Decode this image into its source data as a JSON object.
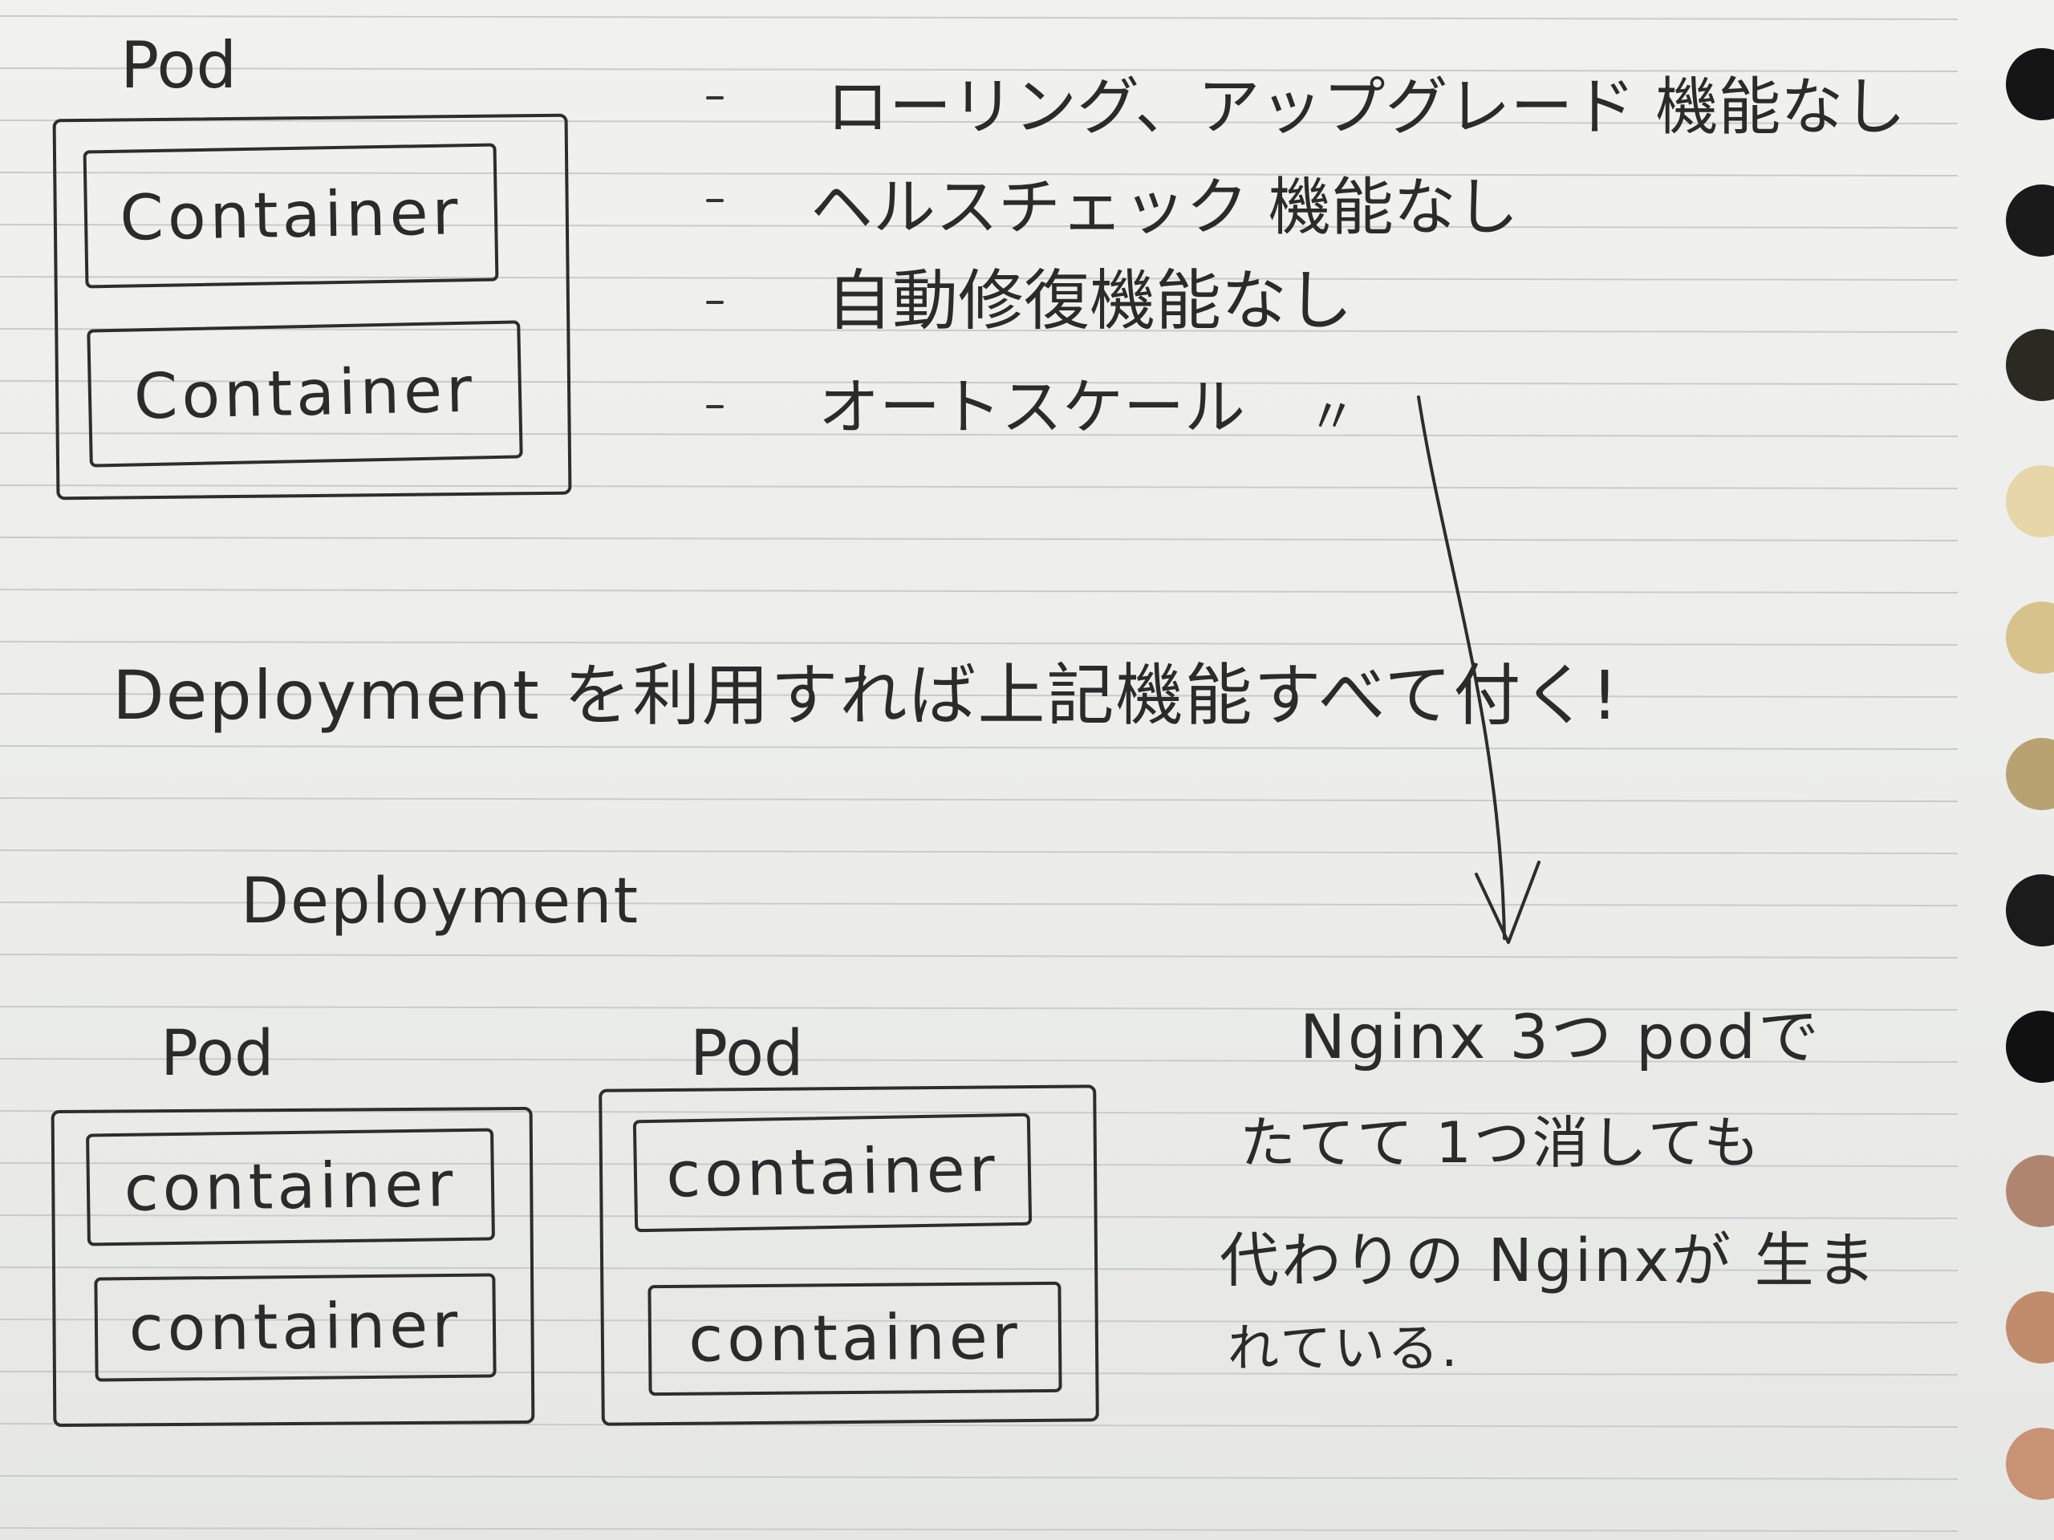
{
  "top": {
    "pod_label": "Pod",
    "containers": [
      "Container",
      "Container"
    ]
  },
  "bullets": [
    "ローリング、アップグレード 機能なし",
    "ヘルスチェック 機能なし",
    "自動修復機能なし",
    "オートスケール",
    "〃"
  ],
  "headline": "Deployment を利用すれば上記機能すべて付く!",
  "bottom": {
    "deployment_label": "Deployment",
    "pods": [
      {
        "label": "Pod",
        "containers": [
          "container",
          "container"
        ]
      },
      {
        "label": "Pod",
        "containers": [
          "container",
          "container"
        ]
      }
    ]
  },
  "note": [
    "Nginx 3つ podで",
    "たてて 1つ消しても",
    "代わりの Nginxが 生ま",
    "れている."
  ],
  "colors": {
    "ink": "#2b2b2b",
    "paper": "#eeeeec",
    "rule": "#c9cbcc"
  }
}
